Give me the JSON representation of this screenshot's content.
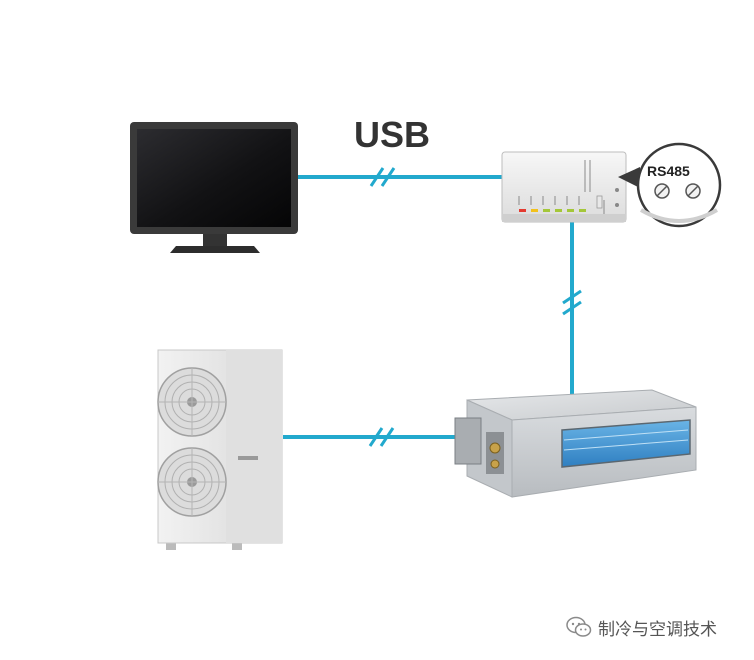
{
  "labels": {
    "usb": "USB",
    "rs485": "RS485"
  },
  "watermark": {
    "text": "制冷与空调技术",
    "icon": "wechat-icon"
  },
  "colors": {
    "cable": "#22a9cd",
    "monitor_body": "#3a3a3a",
    "label_text": "#333333"
  },
  "icons": [
    "monitor-icon",
    "converter-box-icon",
    "outdoor-unit-icon",
    "indoor-duct-unit-icon",
    "break-mark-icon",
    "terminal-screw-icon"
  ]
}
